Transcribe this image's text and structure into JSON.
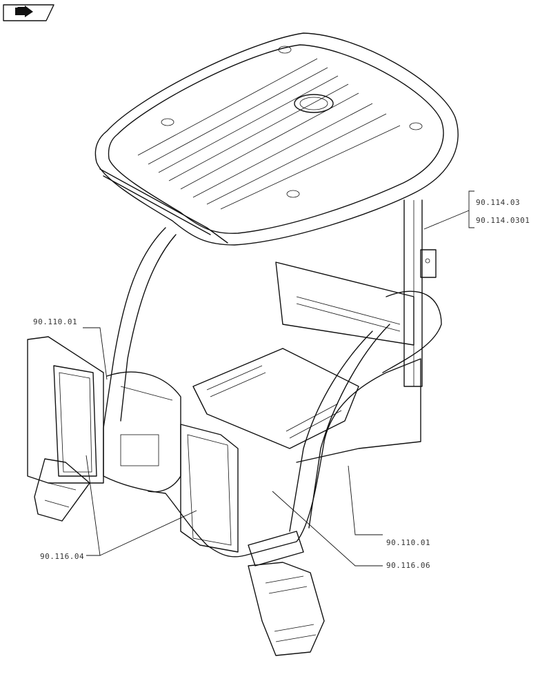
{
  "nav_icon": "arrow-right-icon",
  "callouts": {
    "top_right_1": "90.114.03",
    "top_right_2": "90.114.0301",
    "left_upper": "90.110.01",
    "right_lower": "90.110.01",
    "left_lower": "90.116.04",
    "bottom_right": "90.116.06"
  }
}
